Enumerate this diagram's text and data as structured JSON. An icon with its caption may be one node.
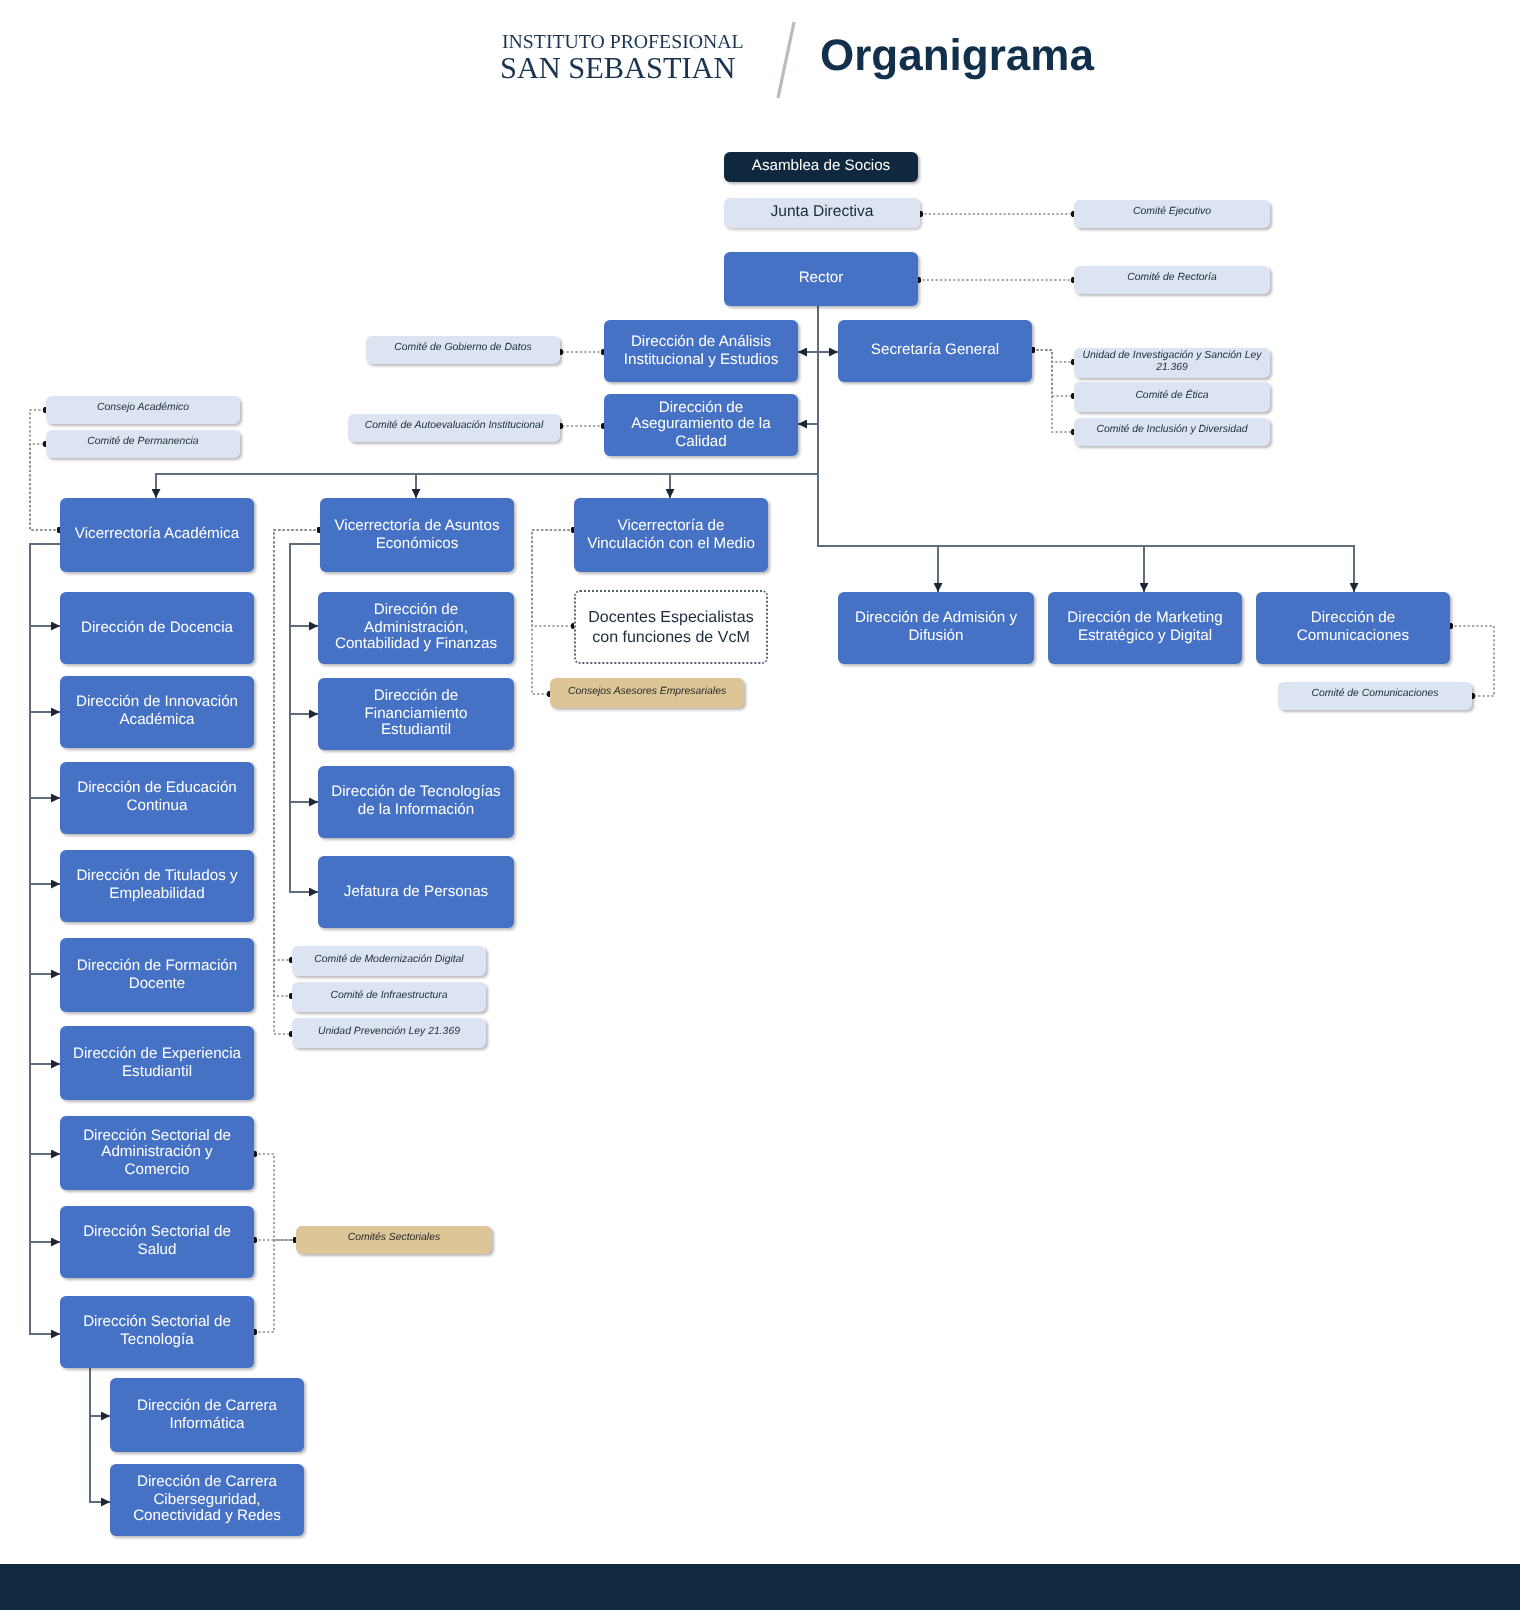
{
  "diagram": {
    "title": "Organigrama",
    "nodes": [
      {
        "text": [
          "Asamblea de Socios"
        ]
      },
      {
        "text": [
          "Junta Directiva"
        ]
      },
      {
        "text": [
          "Comité Ejecutivo"
        ]
      },
      {
        "text": [
          "Rector"
        ]
      },
      {
        "text": [
          "Comité de Rectoría"
        ]
      },
      {
        "text": [
          "Comité de Gobierno de Datos"
        ]
      },
      {
        "text": [
          "Dirección de Análisis Institucional y Estudios"
        ]
      },
      {
        "text": [
          "Secretaría General"
        ]
      },
      {
        "text": [
          "Unidad de Investigación y Sanción Ley 21.369"
        ]
      },
      {
        "text": [
          "Comité de Ética"
        ]
      },
      {
        "text": [
          "Comité de Inclusión y Diversidad"
        ]
      },
      {
        "text": [
          "Consejo Académico"
        ]
      },
      {
        "text": [
          "Comité de Permanencia"
        ]
      },
      {
        "text": [
          "Comité de Autoevaluación Institucional"
        ]
      },
      {
        "text": [
          "Dirección de Aseguramiento de la Calidad"
        ]
      },
      {
        "text": [
          "Vicerrectoría Académica"
        ]
      },
      {
        "text": [
          "Vicerrectoría de Asuntos Económicos"
        ]
      },
      {
        "text": [
          "Vicerrectoría de Vinculación con el Medio"
        ]
      },
      {
        "text": [
          "Docentes Especialistas con funciones de VcM"
        ]
      },
      {
        "text": [
          "Dirección de Admisión y Difusión"
        ]
      },
      {
        "text": [
          "Dirección de Marketing Estratégico y Digital"
        ]
      },
      {
        "text": [
          "Dirección de Comunicaciones"
        ]
      },
      {
        "text": [
          "Consejos Asesores Empresariales"
        ]
      },
      {
        "text": [
          "Comité de Comunicaciones"
        ]
      },
      {
        "text": [
          "Dirección de Docencia"
        ]
      },
      {
        "text": [
          "Dirección de Administración, Contabilidad y Finanzas"
        ]
      },
      {
        "text": [
          "Dirección de Innovación Académica"
        ]
      },
      {
        "text": [
          "Dirección de Financiamiento Estudiantil"
        ]
      },
      {
        "text": [
          "Dirección de Educación Continua"
        ]
      },
      {
        "text": [
          "Dirección de Tecnologías de la Información"
        ]
      },
      {
        "text": [
          "Dirección de Titulados y Empleabilidad"
        ]
      },
      {
        "text": [
          "Jefatura de Personas"
        ]
      },
      {
        "text": [
          "Dirección de Formación Docente"
        ]
      },
      {
        "text": [
          "Comité de Modernización Digital"
        ]
      },
      {
        "text": [
          "Comité de Infraestructura"
        ]
      },
      {
        "text": [
          "Dirección de Experiencia Estudiantil"
        ]
      },
      {
        "text": [
          "Unidad Prevención Ley 21.369"
        ]
      },
      {
        "text": [
          "Dirección Sectorial de Administración y Comercio"
        ]
      },
      {
        "text": [
          "Dirección Sectorial de Salud"
        ]
      },
      {
        "text": [
          "Comités Sectoriales"
        ]
      },
      {
        "text": [
          "Dirección Sectorial de Tecnología"
        ]
      },
      {
        "text": [
          "Dirección de Carrera Informática"
        ]
      },
      {
        "text": [
          "Dirección de Carrera Ciberseguridad, Conectividad y Redes"
        ]
      }
    ],
    "edges": [
      {
        "from": 3,
        "to": 6,
        "arrow": "to"
      },
      {
        "from": 3,
        "to": 7,
        "arrow": "to"
      },
      {
        "from": 3,
        "to": 14,
        "arrow": "to"
      },
      {
        "from": 3,
        "to": 15,
        "arrow": "to"
      },
      {
        "from": 3,
        "to": 16,
        "arrow": "to"
      },
      {
        "from": 3,
        "to": 17,
        "arrow": "to"
      },
      {
        "from": 3,
        "to": 19,
        "arrow": "to"
      },
      {
        "from": 3,
        "to": 20,
        "arrow": "to"
      },
      {
        "from": 3,
        "to": 21,
        "arrow": "to"
      },
      {
        "from": 15,
        "to": 24,
        "arrow": "to"
      },
      {
        "from": 15,
        "to": 26,
        "arrow": "to"
      },
      {
        "from": 15,
        "to": 28,
        "arrow": "to"
      },
      {
        "from": 15,
        "to": 30,
        "arrow": "to"
      },
      {
        "from": 15,
        "to": 32,
        "arrow": "to"
      },
      {
        "from": 15,
        "to": 35,
        "arrow": "to"
      },
      {
        "from": 15,
        "to": 37,
        "arrow": "to"
      },
      {
        "from": 15,
        "to": 38,
        "arrow": "to"
      },
      {
        "from": 15,
        "to": 40,
        "arrow": "to"
      },
      {
        "from": 40,
        "to": 41,
        "arrow": "to"
      },
      {
        "from": 40,
        "to": 42,
        "arrow": "to"
      },
      {
        "from": 16,
        "to": 25,
        "arrow": "to"
      },
      {
        "from": 16,
        "to": 27,
        "arrow": "to"
      },
      {
        "from": 16,
        "to": 29,
        "arrow": "to"
      },
      {
        "from": 16,
        "to": 31,
        "arrow": "to"
      },
      {
        "from": 1,
        "to": 2,
        "arrow": "other",
        "style": "dashed",
        "color": "#8a8a8a"
      },
      {
        "from": 3,
        "to": 4,
        "arrow": "other",
        "style": "dashed",
        "color": "#8a8a8a"
      },
      {
        "from": 6,
        "to": 5,
        "arrow": "other",
        "style": "dashed",
        "color": "#8a8a8a"
      },
      {
        "from": 14,
        "to": 13,
        "arrow": "other",
        "style": "dashed",
        "color": "#8a8a8a"
      },
      {
        "from": 7,
        "to": 8,
        "arrow": "other",
        "style": "dashed",
        "color": "#8a8a8a"
      },
      {
        "from": 7,
        "to": 9,
        "arrow": "other",
        "style": "dashed",
        "color": "#8a8a8a"
      },
      {
        "from": 7,
        "to": 10,
        "arrow": "other",
        "style": "dashed",
        "color": "#8a8a8a"
      },
      {
        "from": 15,
        "to": 11,
        "arrow": "other",
        "style": "dashed",
        "color": "#8a8a8a"
      },
      {
        "from": 15,
        "to": 12,
        "arrow": "other",
        "style": "dashed",
        "color": "#8a8a8a"
      },
      {
        "from": 17,
        "to": 18,
        "arrow": "other",
        "style": "dashed",
        "color": "#8a8a8a"
      },
      {
        "from": 17,
        "to": 22,
        "arrow": "other",
        "style": "dashed",
        "color": "#8a8a8a"
      },
      {
        "from": 16,
        "to": 33,
        "arrow": "other",
        "style": "dashed",
        "color": "#8a8a8a"
      },
      {
        "from": 16,
        "to": 34,
        "arrow": "other",
        "style": "dashed",
        "color": "#8a8a8a"
      },
      {
        "from": 16,
        "to": 36,
        "arrow": "other",
        "style": "dashed",
        "color": "#8a8a8a"
      },
      {
        "from": 37,
        "to": 39,
        "arrow": "other",
        "style": "dashed",
        "color": "#8a8a8a"
      },
      {
        "from": 38,
        "to": 39,
        "arrow": "other",
        "style": "dashed",
        "color": "#8a8a8a"
      },
      {
        "from": 40,
        "to": 39,
        "arrow": "other",
        "style": "dashed",
        "color": "#8a8a8a"
      },
      {
        "from": 21,
        "to": 23,
        "arrow": "other",
        "style": "dashed",
        "color": "#8a8a8a"
      }
    ],
    "labels": [
      "INSTITUTO PROFESIONAL",
      "SAN SEBASTIAN"
    ]
  }
}
